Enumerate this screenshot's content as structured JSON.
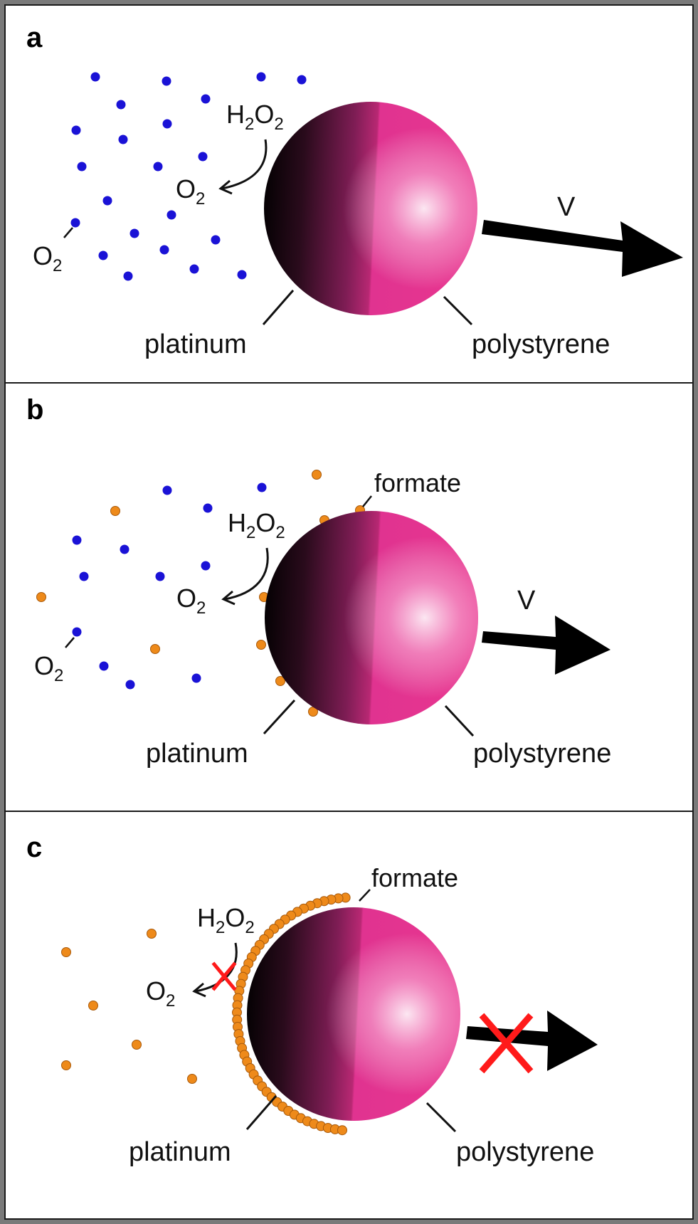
{
  "colors": {
    "frame": "#7a7a7a",
    "divider": "#222222",
    "oxygen_dot": "#1a12d6",
    "formate_dot": "#ee8a1a",
    "polystyrene": "#e0308e",
    "platinum": "#000000",
    "blocked_mark": "#ff1a1a"
  },
  "panels": [
    {
      "letter": "a",
      "h2o2": {
        "main": "H",
        "sub1": "2",
        "mid": "O",
        "sub2": "2"
      },
      "o2_product": {
        "main": "O",
        "sub": "2"
      },
      "o2_label": {
        "main": "O",
        "sub": "2"
      },
      "velocity_label": "V",
      "platinum_label": "platinum",
      "polystyrene_label": "polystyrene"
    },
    {
      "letter": "b",
      "formate_label": "formate",
      "h2o2": {
        "main": "H",
        "sub1": "2",
        "mid": "O",
        "sub2": "2"
      },
      "o2_product": {
        "main": "O",
        "sub": "2"
      },
      "o2_label": {
        "main": "O",
        "sub": "2"
      },
      "velocity_label": "V",
      "platinum_label": "platinum",
      "polystyrene_label": "polystyrene"
    },
    {
      "letter": "c",
      "formate_label": "formate",
      "h2o2": {
        "main": "H",
        "sub1": "2",
        "mid": "O",
        "sub2": "2"
      },
      "o2_product": {
        "main": "O",
        "sub": "2"
      },
      "platinum_label": "platinum",
      "polystyrene_label": "polystyrene"
    }
  ]
}
